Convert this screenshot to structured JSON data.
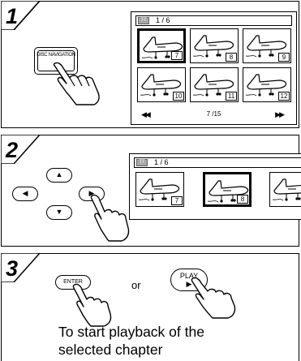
{
  "steps": [
    {
      "number": "1"
    },
    {
      "number": "2"
    },
    {
      "number": "3"
    }
  ],
  "step1": {
    "button_label": "DISC NAVIGATION",
    "title_icon": "TT",
    "title_text": "1 / 6",
    "thumbs": [
      "7",
      "8",
      "9",
      "10",
      "11",
      "12"
    ],
    "selected_index": 0,
    "prev_glyph": "◀◀",
    "next_glyph": "▶▶",
    "page_indicator": "7 /15"
  },
  "step2": {
    "arrows": {
      "up": "▲",
      "left": "◀",
      "right": "▶",
      "down": "▼"
    },
    "title_icon": "TT",
    "title_text": "1 / 6",
    "thumbs": [
      "7",
      "8",
      ""
    ],
    "selected_index": 1
  },
  "step3": {
    "enter_label": "ENTER",
    "or_text": "or",
    "play_label": "PLAY",
    "play_glyph": "▶",
    "caption_line1": "To start playback of the",
    "caption_line2": "selected chapter"
  },
  "icons": [
    "hand-pointer-icon",
    "airplane-icon"
  ]
}
